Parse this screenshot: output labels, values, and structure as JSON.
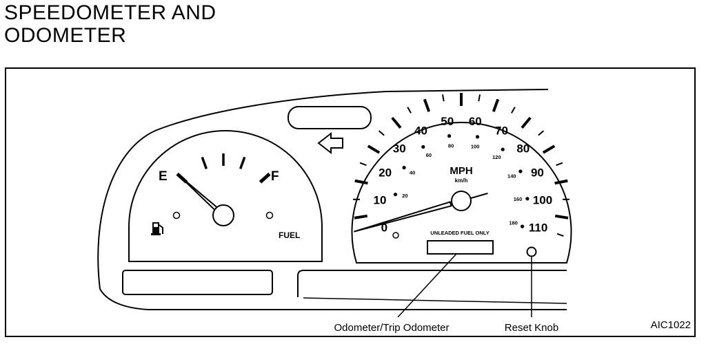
{
  "title": {
    "line1": "SPEEDOMETER AND",
    "line2": "ODOMETER"
  },
  "fuel_gauge": {
    "empty_label": "E",
    "full_label": "F",
    "fuel_label": "FUEL",
    "pump_icon": "fuel-pump-icon",
    "needle_level": 0
  },
  "speedometer": {
    "mph_label": "MPH",
    "kmh_label": "km/h",
    "mph_ticks": [
      "0",
      "10",
      "20",
      "30",
      "40",
      "50",
      "60",
      "70",
      "80",
      "90",
      "100",
      "110"
    ],
    "kmh_ticks": [
      "20",
      "40",
      "60",
      "80",
      "100",
      "120",
      "140",
      "160",
      "180"
    ],
    "notice": "UNLEADED FUEL ONLY",
    "needle_mph": 0,
    "max_mph": 110
  },
  "turn_signal": {
    "icon": "left-arrow-icon"
  },
  "callouts": {
    "odometer": "Odometer/Trip Odometer",
    "reset_knob": "Reset Knob"
  },
  "figure_code": "AIC1022"
}
